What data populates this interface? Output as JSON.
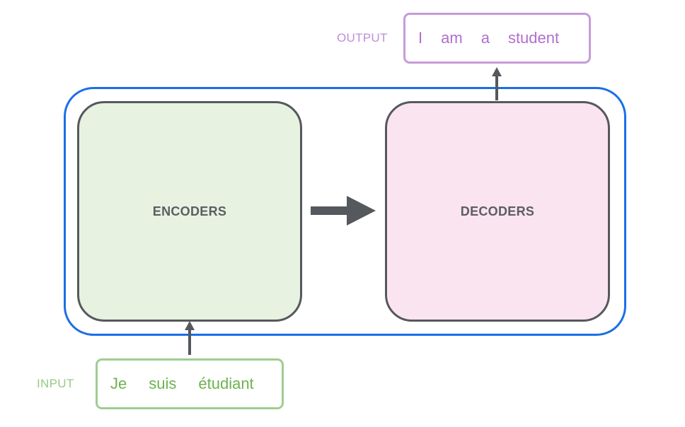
{
  "diagram": {
    "encoders_label": "ENCODERS",
    "decoders_label": "DECODERS",
    "input_label": "INPUT",
    "output_label": "OUTPUT",
    "input_tokens": [
      "Je",
      "suis",
      "étudiant"
    ],
    "output_tokens": [
      "I",
      "am",
      "a",
      "student"
    ]
  },
  "colors": {
    "container_border": "#1a6fe8",
    "encoder_fill": "#e7f2e1",
    "decoder_fill": "#f9e4f0",
    "stack_border": "#55585d",
    "input_accent": "#6db24f",
    "output_accent": "#b06fcf"
  },
  "icons": [
    "arrow-up-icon",
    "arrow-right-icon"
  ]
}
